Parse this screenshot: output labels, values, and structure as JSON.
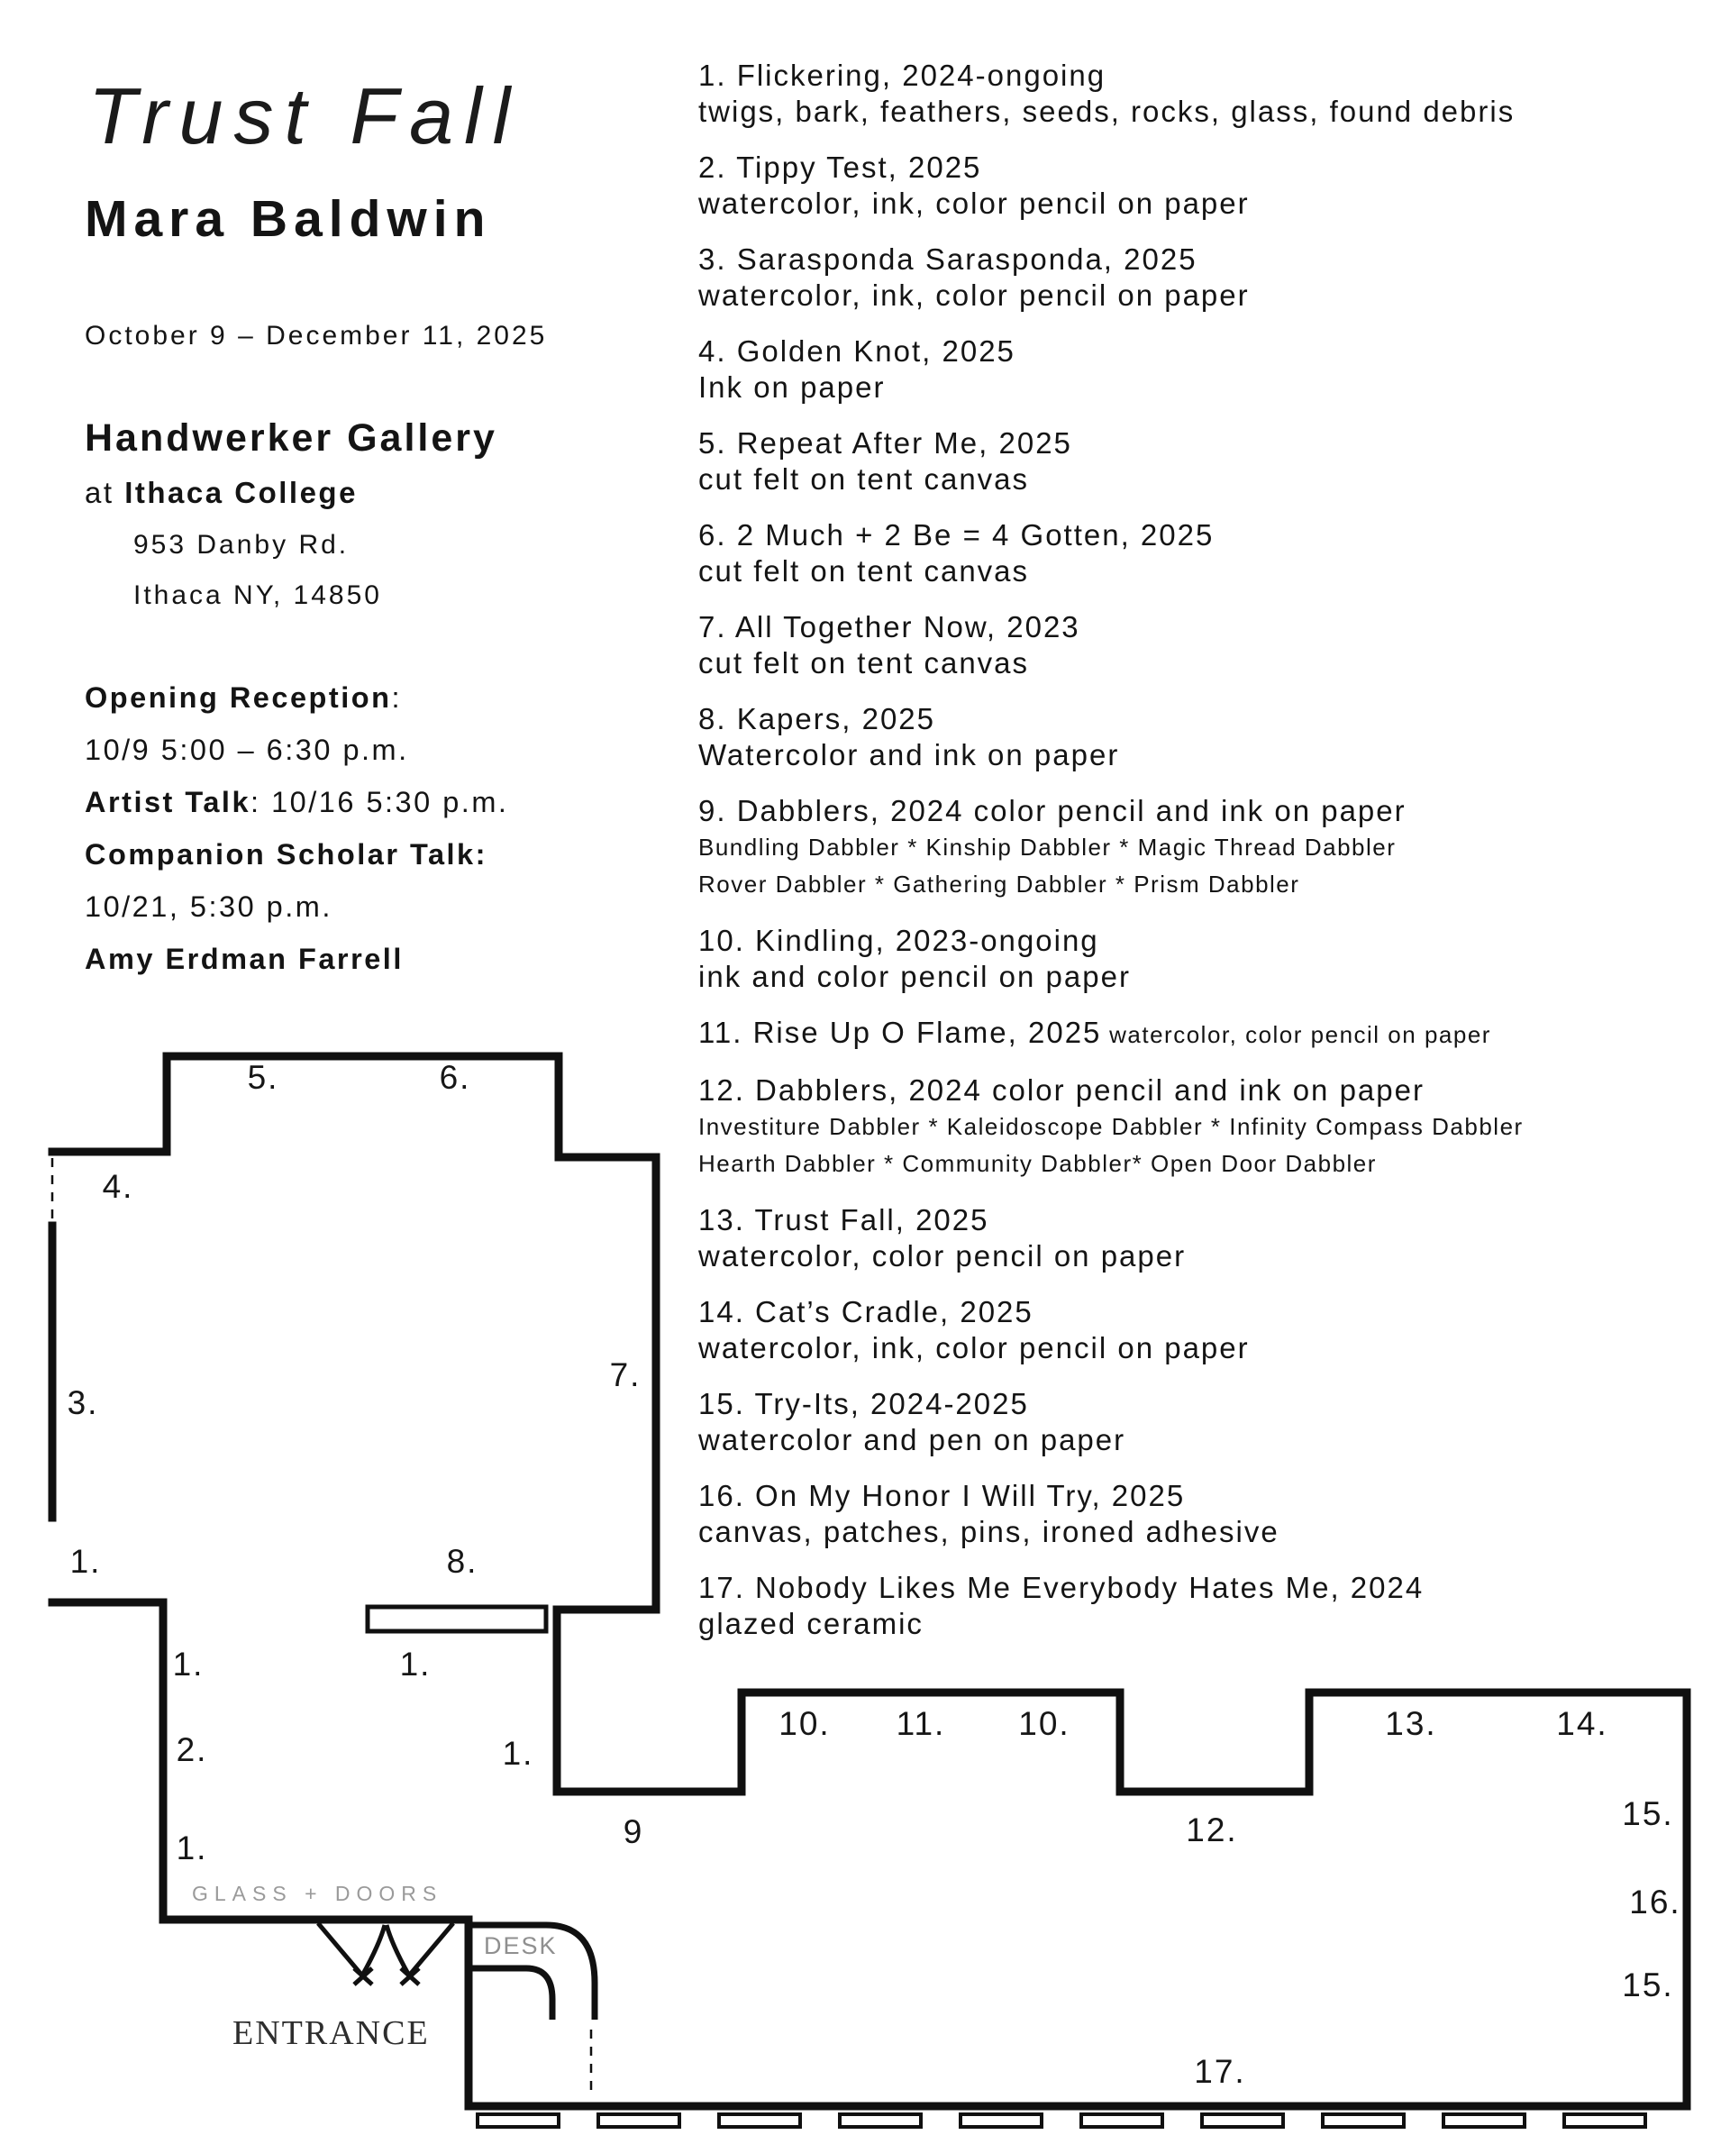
{
  "colors": {
    "text": "#141414",
    "wall": "#101010",
    "plan_gray_label": "#9a9a9a",
    "entrance_label": "#2d2d2d"
  },
  "header": {
    "title": "Trust Fall",
    "artist": "Mara Baldwin",
    "dates": "October 9 – December 11, 2025",
    "gallery_name": "Handwerker Gallery",
    "gallery_at": "at ",
    "gallery_institution": "Ithaca College",
    "address_line1": "953 Danby Rd.",
    "address_line2": "Ithaca NY, 14850"
  },
  "events": {
    "reception_label": "Opening Reception",
    "reception_colon": ":",
    "reception_time": "10/9 5:00 – 6:30 p.m.",
    "artist_talk_label": "Artist Talk",
    "artist_talk_rest": ": 10/16 5:30 p.m.",
    "scholar_talk_label": "Companion Scholar Talk:",
    "scholar_talk_time": "10/21, 5:30 p.m.",
    "scholar_name": "Amy Erdman Farrell"
  },
  "artworks": [
    {
      "title": "1. Flickering, 2024-ongoing",
      "materials": "twigs, bark, feathers, seeds, rocks, glass, found debris"
    },
    {
      "title": "2. Tippy Test, 2025",
      "materials": "watercolor, ink, color pencil on paper"
    },
    {
      "title": "3. Sarasponda Sarasponda, 2025",
      "materials": "watercolor, ink, color pencil on paper"
    },
    {
      "title": "4. Golden Knot, 2025",
      "materials": "Ink on paper"
    },
    {
      "title": "5. Repeat After Me, 2025",
      "materials": "cut felt on tent canvas"
    },
    {
      "title": "6. 2 Much + 2 Be = 4 Gotten, 2025",
      "materials": "cut felt on tent canvas"
    },
    {
      "title": "7. All Together Now, 2023",
      "materials": "cut felt on tent canvas"
    },
    {
      "title": "8. Kapers, 2025",
      "materials": "Watercolor and ink on paper"
    },
    {
      "title": "9. Dabblers, 2024 color pencil and ink on paper",
      "sublines": [
        "Bundling Dabbler * Kinship Dabbler * Magic Thread Dabbler",
        "Rover Dabbler  * Gathering Dabbler *  Prism Dabbler"
      ]
    },
    {
      "title": "10. Kindling, 2023-ongoing",
      "materials": "ink and color pencil on paper"
    },
    {
      "title": "11. Rise Up O Flame, 2025",
      "inline_materials": " watercolor, color pencil on paper"
    },
    {
      "title": "12. Dabblers, 2024 color pencil and ink on paper",
      "sublines": [
        "Investiture Dabbler * Kaleidoscope Dabbler * Infinity Compass Dabbler",
        "Hearth Dabbler * Community Dabbler* Open Door Dabbler"
      ]
    },
    {
      "title": "13. Trust Fall, 2025",
      "materials": "watercolor, color pencil on paper"
    },
    {
      "title": "14. Cat’s Cradle, 2025",
      "materials": "watercolor, ink, color pencil on paper"
    },
    {
      "title": "15. Try-Its, 2024-2025",
      "materials": "watercolor and pen on paper"
    },
    {
      "title": "16. On My Honor I Will Try, 2025",
      "materials": "canvas, patches, pins, ironed adhesive"
    },
    {
      "title": "17. Nobody Likes Me Everybody Hates Me, 2024",
      "materials": "glazed ceramic"
    }
  ],
  "plan": {
    "glass_doors_label": "GLASS + DOORS",
    "desk_label": "DESK",
    "entrance_label": "ENTRANCE",
    "labels": [
      "5.",
      "6.",
      "4.",
      "3.",
      "7.",
      "1.",
      "8.",
      "1.",
      "1.",
      "2.",
      "1.",
      "1.",
      "9",
      "10.",
      "11.",
      "10.",
      "12.",
      "13.",
      "14.",
      "15.",
      "16.",
      "15.",
      "17."
    ]
  }
}
